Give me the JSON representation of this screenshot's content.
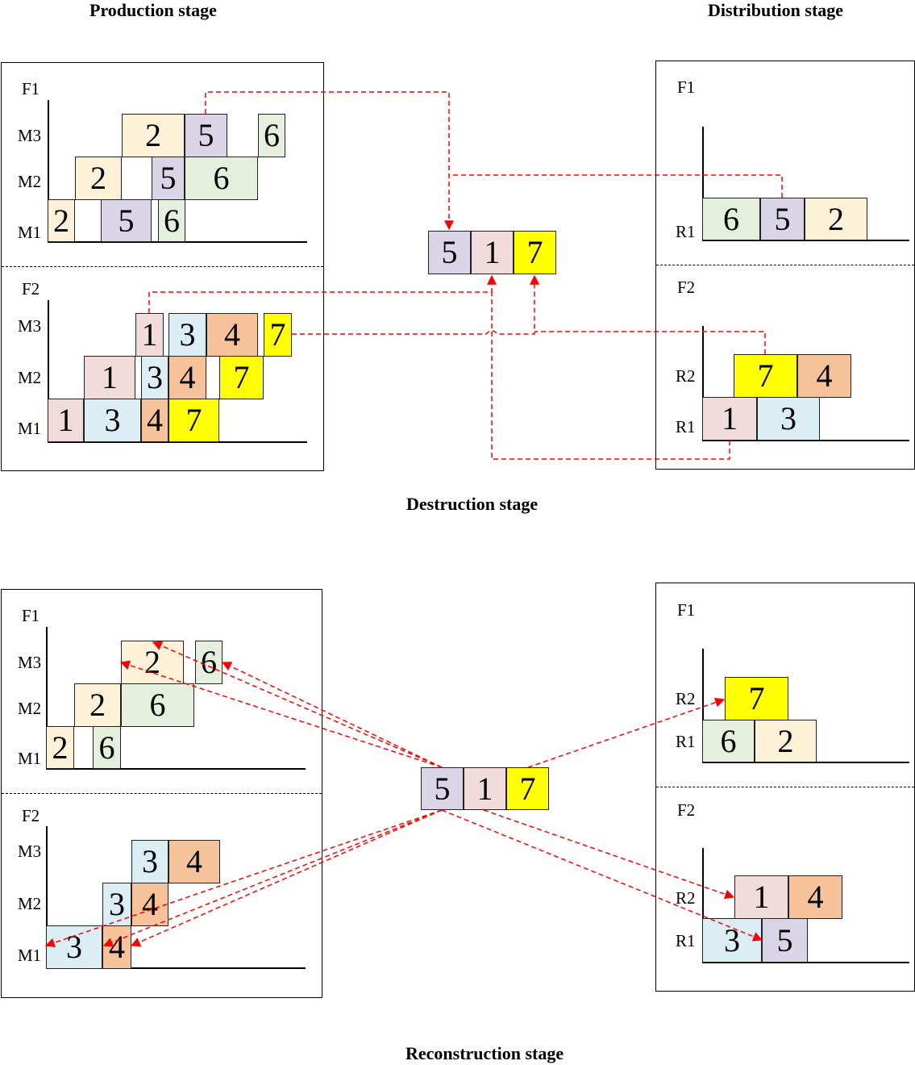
{
  "titles": {
    "production": "Production stage",
    "distribution": "Distribution stage",
    "destruction": "Destruction stage",
    "reconstruction": "Reconstruction stage"
  },
  "labels": {
    "f1": "F1",
    "f2": "F2",
    "m1": "M1",
    "m2": "M2",
    "m3": "M3",
    "r1": "R1",
    "r2": "R2"
  },
  "colors": {
    "job1": "#f2dcdb",
    "job2": "#fdf2d7",
    "job3": "#dbeef4",
    "job4": "#f6c29a",
    "job5": "#d9d4e6",
    "job6": "#e4efdc",
    "job7": "#ffff00",
    "arrow": "#ff0000"
  },
  "jobs": {
    "j1": "1",
    "j2": "2",
    "j3": "3",
    "j4": "4",
    "j5": "5",
    "j6": "6",
    "j7": "7"
  }
}
